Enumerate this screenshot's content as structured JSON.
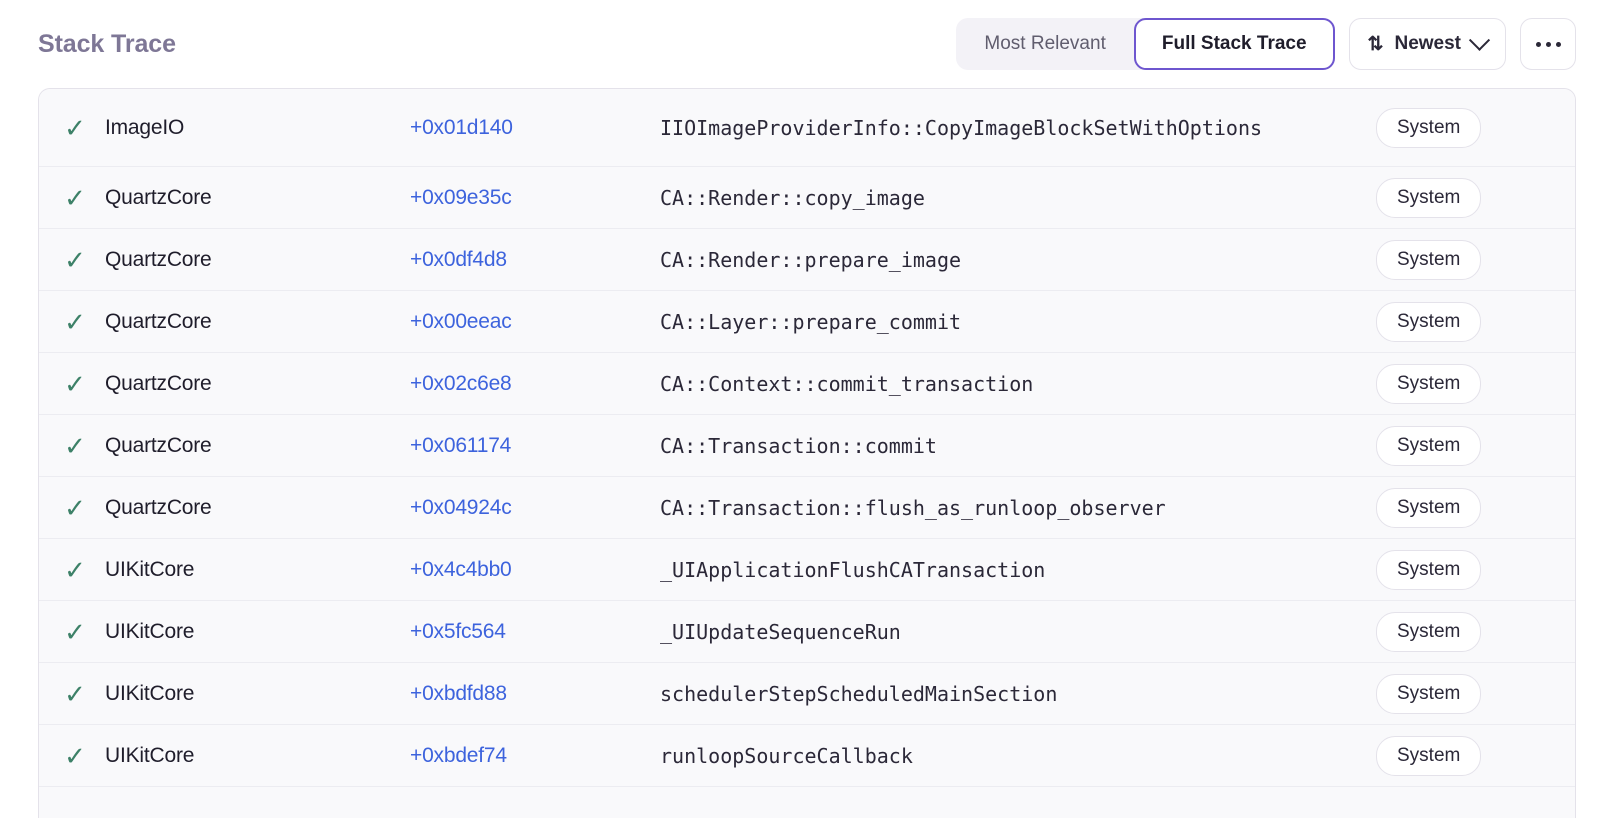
{
  "header": {
    "title": "Stack Trace",
    "segmented": {
      "options": [
        {
          "label": "Most Relevant",
          "selected": false
        },
        {
          "label": "Full Stack Trace",
          "selected": true
        }
      ]
    },
    "sort": {
      "icon": "sort-arrows-icon",
      "label": "Newest",
      "chevron": "chevron-down-icon"
    },
    "more": {
      "label": "More options",
      "icon": "ellipsis-icon"
    }
  },
  "accent_colors": {
    "title": "#7e7796",
    "selected_border": "#6e56cf",
    "offset_link": "#3d63dd",
    "check": "#3d8168",
    "row_bg": "#f9f9fb",
    "border": "#e4e2ea",
    "segmented_bg": "#f3f2f7"
  },
  "table": {
    "columns": [
      "status",
      "package",
      "offset",
      "symbol",
      "origin"
    ],
    "rows": [
      {
        "status": "✓",
        "package": "ImageIO",
        "offset": "+0x01d140",
        "symbol": "IIOImageProviderInfo::CopyImageBlockSetWithOptions",
        "badge": "System"
      },
      {
        "status": "✓",
        "package": "QuartzCore",
        "offset": "+0x09e35c",
        "symbol": "CA::Render::copy_image",
        "badge": "System"
      },
      {
        "status": "✓",
        "package": "QuartzCore",
        "offset": "+0x0df4d8",
        "symbol": "CA::Render::prepare_image",
        "badge": "System"
      },
      {
        "status": "✓",
        "package": "QuartzCore",
        "offset": "+0x00eeac",
        "symbol": "CA::Layer::prepare_commit",
        "badge": "System"
      },
      {
        "status": "✓",
        "package": "QuartzCore",
        "offset": "+0x02c6e8",
        "symbol": "CA::Context::commit_transaction",
        "badge": "System"
      },
      {
        "status": "✓",
        "package": "QuartzCore",
        "offset": "+0x061174",
        "symbol": "CA::Transaction::commit",
        "badge": "System"
      },
      {
        "status": "✓",
        "package": "QuartzCore",
        "offset": "+0x04924c",
        "symbol": "CA::Transaction::flush_as_runloop_observer",
        "badge": "System"
      },
      {
        "status": "✓",
        "package": "UIKitCore",
        "offset": "+0x4c4bb0",
        "symbol": "_UIApplicationFlushCATransaction",
        "badge": "System"
      },
      {
        "status": "✓",
        "package": "UIKitCore",
        "offset": "+0x5fc564",
        "symbol": "_UIUpdateSequenceRun",
        "badge": "System"
      },
      {
        "status": "✓",
        "package": "UIKitCore",
        "offset": "+0xbdfd88",
        "symbol": "schedulerStepScheduledMainSection",
        "badge": "System"
      },
      {
        "status": "✓",
        "package": "UIKitCore",
        "offset": "+0xbdef74",
        "symbol": "runloopSourceCallback",
        "badge": "System"
      }
    ]
  }
}
